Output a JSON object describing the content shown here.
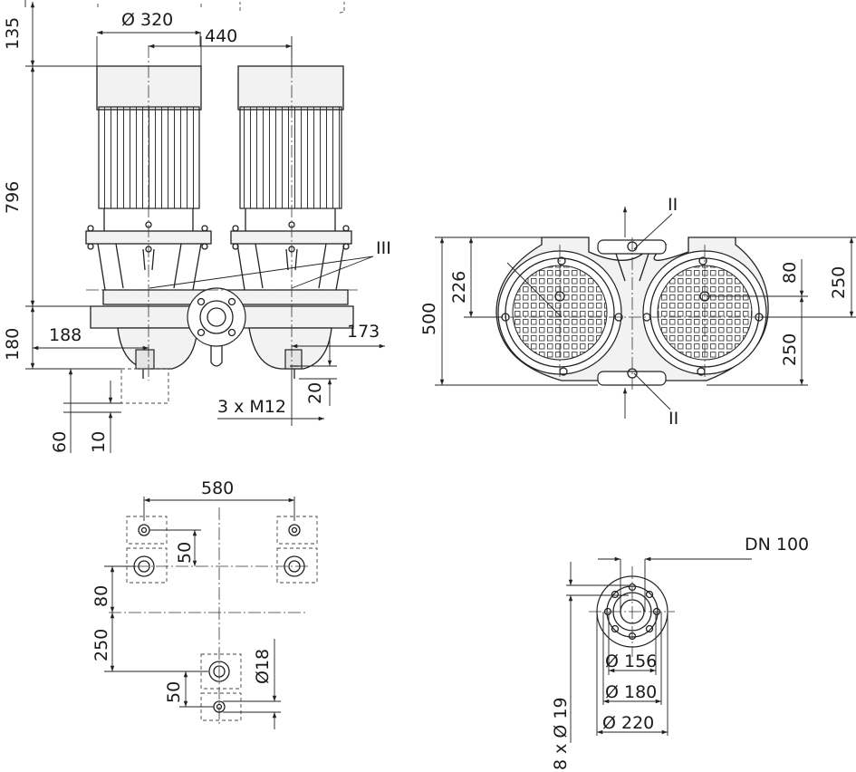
{
  "side_view": {
    "dim_diameter_motor": "Ø 320",
    "dim_axis_distance": "440",
    "dim_top": "135",
    "dim_motor_height": "796",
    "dim_base_height": "180",
    "dim_left_offset": "188",
    "dim_right_offset": "173",
    "dim_bolt": "3 x M12",
    "dim_depth": "20",
    "dim_60": "60",
    "dim_10": "10",
    "label_III": "III"
  },
  "top_view": {
    "dim_500": "500",
    "dim_226": "226",
    "dim_80": "80",
    "dim_250a": "250",
    "dim_250b": "250",
    "label_II_top": "II",
    "label_II_bottom": "II"
  },
  "foundation_view": {
    "dim_580": "580",
    "dim_50a": "50",
    "dim_80": "80",
    "dim_250": "250",
    "dim_50b": "50",
    "dim_hole": "Ø18"
  },
  "flange_view": {
    "dn": "DN 100",
    "dim_156": "Ø 156",
    "dim_180": "Ø 180",
    "dim_220": "Ø 220",
    "bolts": "8 x Ø 19"
  }
}
